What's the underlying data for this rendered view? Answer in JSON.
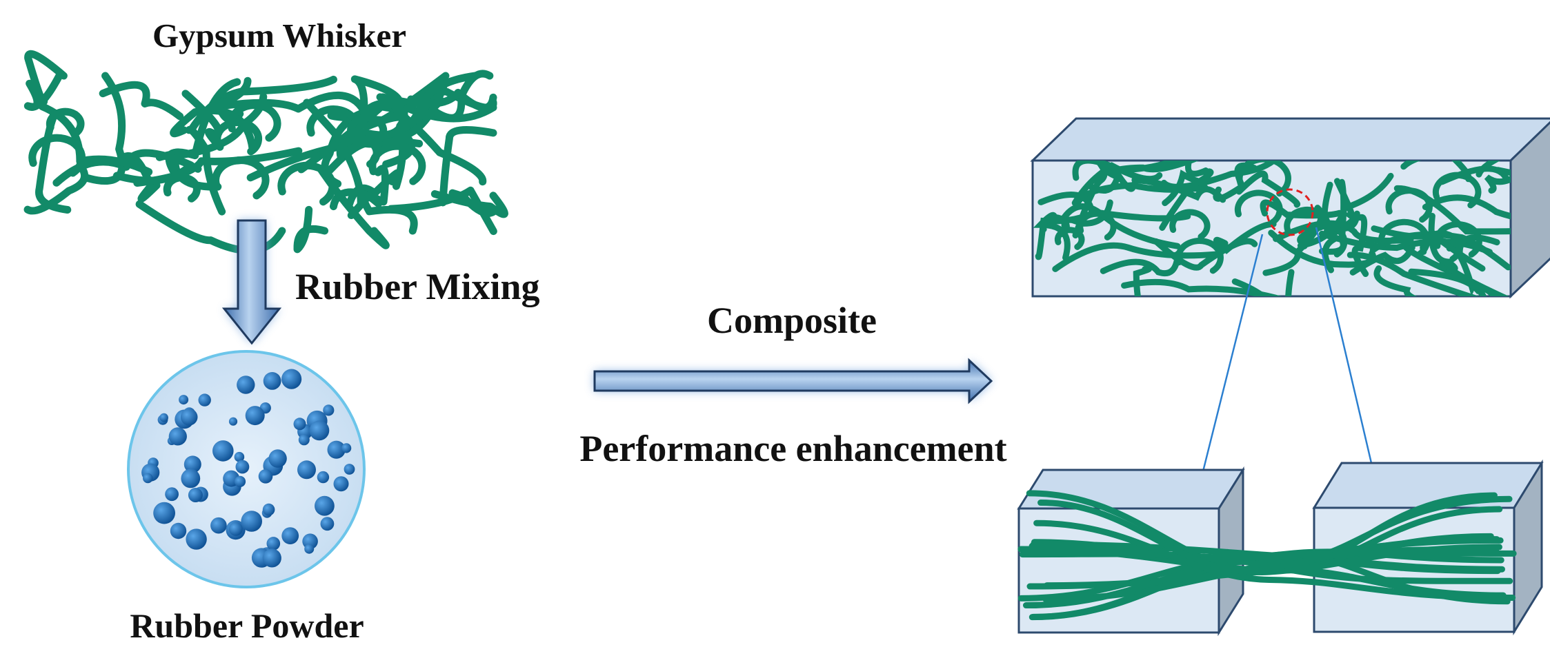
{
  "labels": {
    "gypsum_whisker": "Gypsum Whisker",
    "rubber_mixing": "Rubber Mixing",
    "rubber_powder": "Rubber Powder",
    "composite": "Composite",
    "performance": "Performance enhancement"
  },
  "colors": {
    "fiber": "#128a68",
    "block_face": "#dbe8f5",
    "block_top": "#c8daee",
    "block_side": "#9fb0c0",
    "block_edge": "#2d4a6e",
    "particle": "#1f6fb5",
    "circle_fill": "#cfe3f5",
    "circle_edge": "#6cc5ea",
    "arrow": "#5d8fc9",
    "zoom_line": "#2b7fd0",
    "highlight": "#e02020"
  },
  "icons": {
    "down_arrow": "down-arrow-icon",
    "right_arrow": "right-arrow-icon"
  }
}
